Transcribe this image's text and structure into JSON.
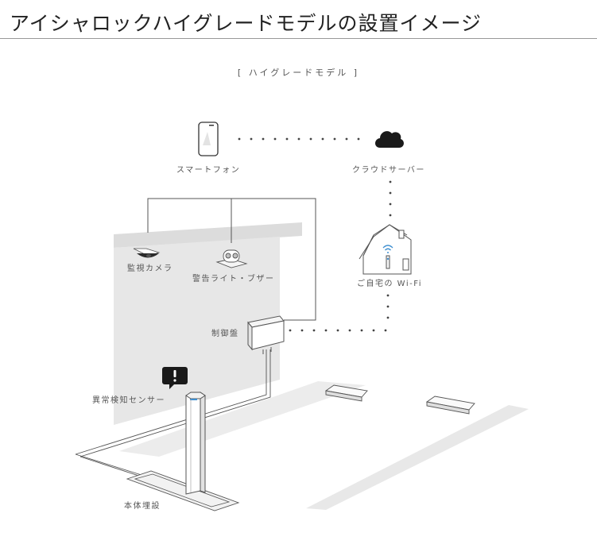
{
  "title": "アイシャロックハイグレードモデルの設置イメージ",
  "subtitle": "[ ハイグレードモデル ]",
  "labels": {
    "smartphone": "スマートフォン",
    "cloud": "クラウドサーバー",
    "camera": "監視カメラ",
    "alarm": "警告ライト・ブザー",
    "home_wifi": "ご自宅の Wi-Fi",
    "controller": "制御盤",
    "sensor": "異常検知センサー",
    "burial": "本体埋設"
  },
  "icons": {
    "smartphone": "smartphone-icon",
    "cloud": "cloud-icon",
    "house": "house-icon",
    "wifi": "wifi-icon",
    "camera": "dome-camera-icon",
    "alarm": "warning-light-icon",
    "alert": "exclamation-speech-icon"
  },
  "colors": {
    "wall": "#e7e7e7",
    "line": "#555555",
    "accent": "#3f8fd0"
  }
}
